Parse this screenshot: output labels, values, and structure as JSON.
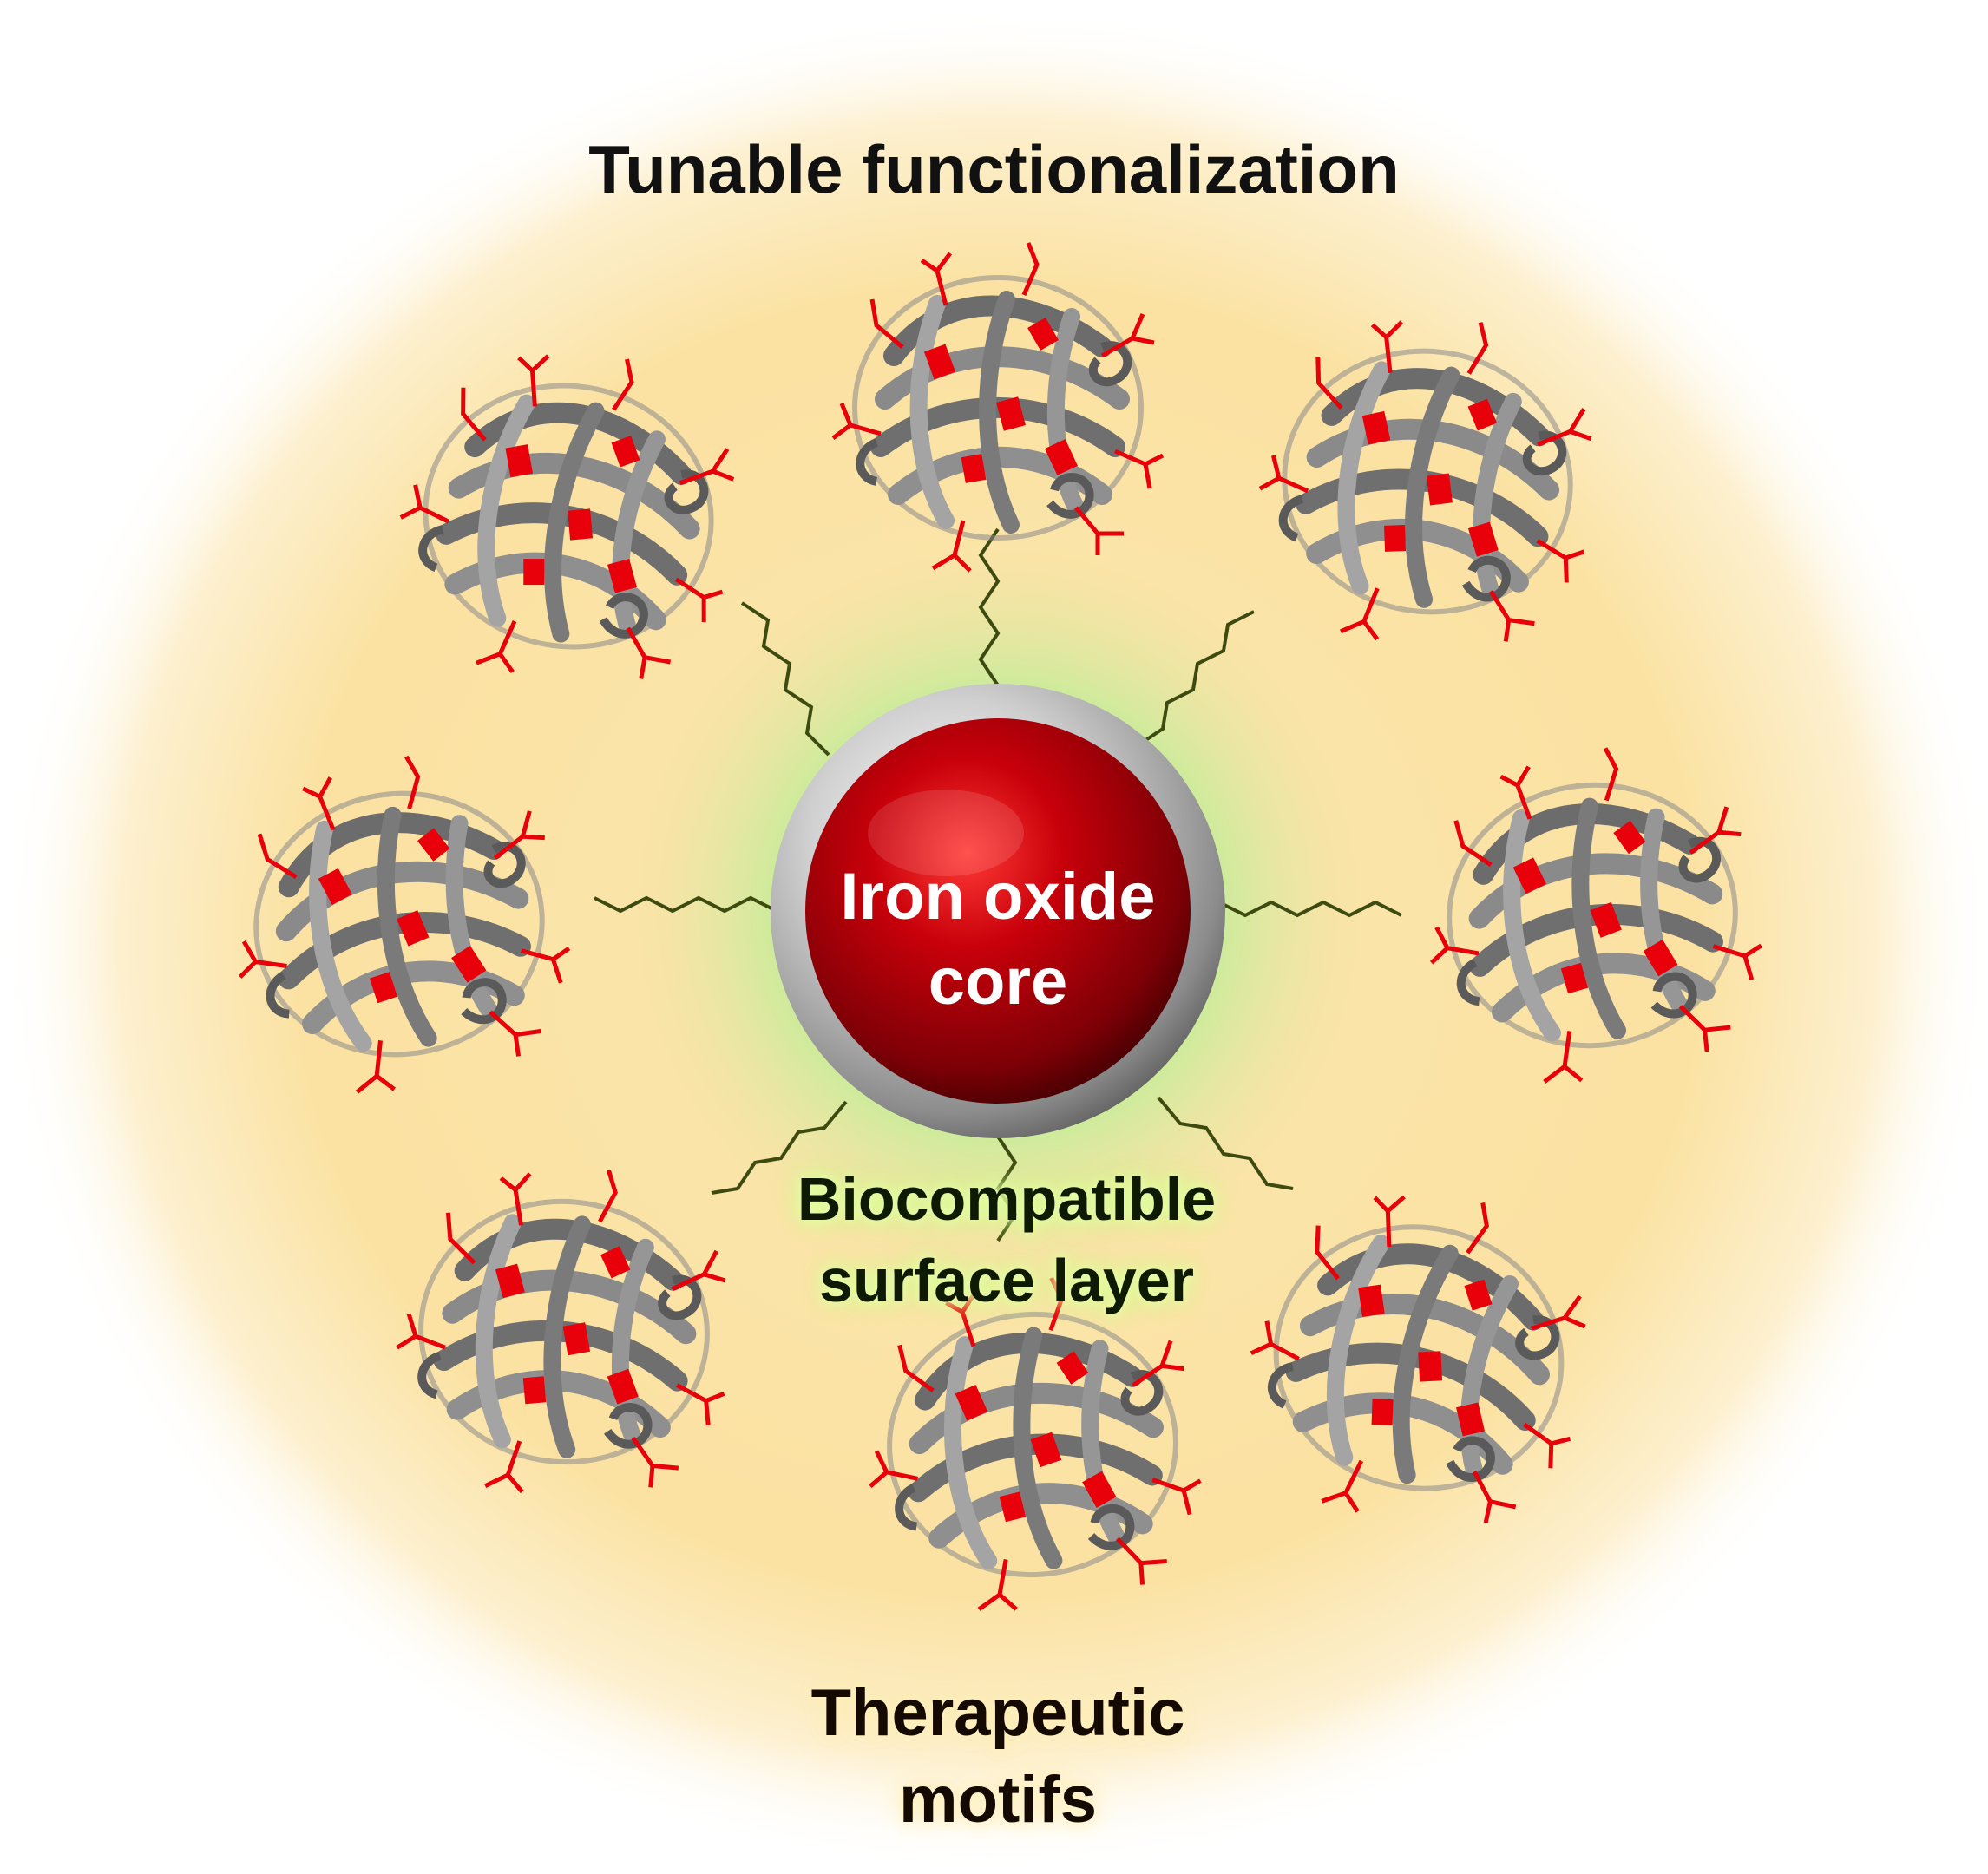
{
  "labels": {
    "top": "Tunable functionalization",
    "core_line1": "Iron oxide",
    "core_line2": "core",
    "surface_line1": "Biocompatible",
    "surface_line2": "surface layer",
    "bottom_line1": "Therapeutic",
    "bottom_line2": "motifs"
  },
  "icons": {
    "core": "red-sphere-icon",
    "shell": "silver-shell-icon",
    "protein": "protein-ribbon-icon",
    "linker": "zigzag-linker-icon"
  },
  "colors": {
    "background_glow": "#fbe3a6",
    "surface_glow": "#c8ec9a",
    "core_red": "#b0000a",
    "shell_silver": "#b8b8b8",
    "protein_gray": "#7a7a7a",
    "motif_red": "#e8000a",
    "linker": "#3d4a10"
  },
  "counts": {
    "proteins": 8
  }
}
